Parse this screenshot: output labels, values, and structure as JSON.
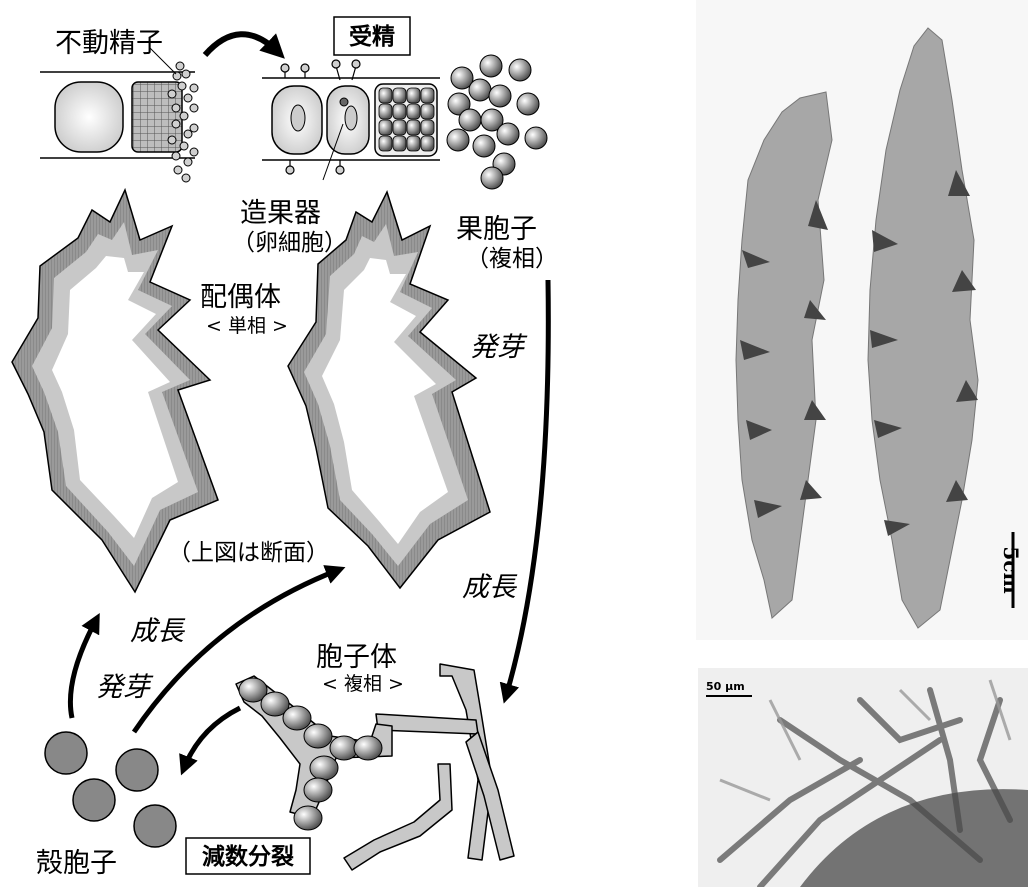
{
  "labels": {
    "immobile_sperm": "不動精子",
    "fertilization": "受精",
    "carpogonium": "造果器",
    "egg_cell": "（卵細胞）",
    "carpospore": "果胞子",
    "diploid_paren": "（複相）",
    "gametophyte": "配偶体",
    "haploid": "< 単相 >",
    "germination_1": "発芽",
    "cross_section_note": "（上図は断面）",
    "growth_1": "成長",
    "growth_2": "成長",
    "germination_2": "発芽",
    "sporophyte": "胞子体",
    "diploid": "< 複相 >",
    "conchospore": "殻胞子",
    "meiosis": "減数分裂"
  },
  "photos": {
    "scale_top": "5cm",
    "scale_bottom": "50 μm"
  },
  "colors": {
    "dark_gray": "#555555",
    "mid_gray": "#999999",
    "light_gray": "#d6d6d6",
    "photo_blade": "#a7a7a7"
  }
}
